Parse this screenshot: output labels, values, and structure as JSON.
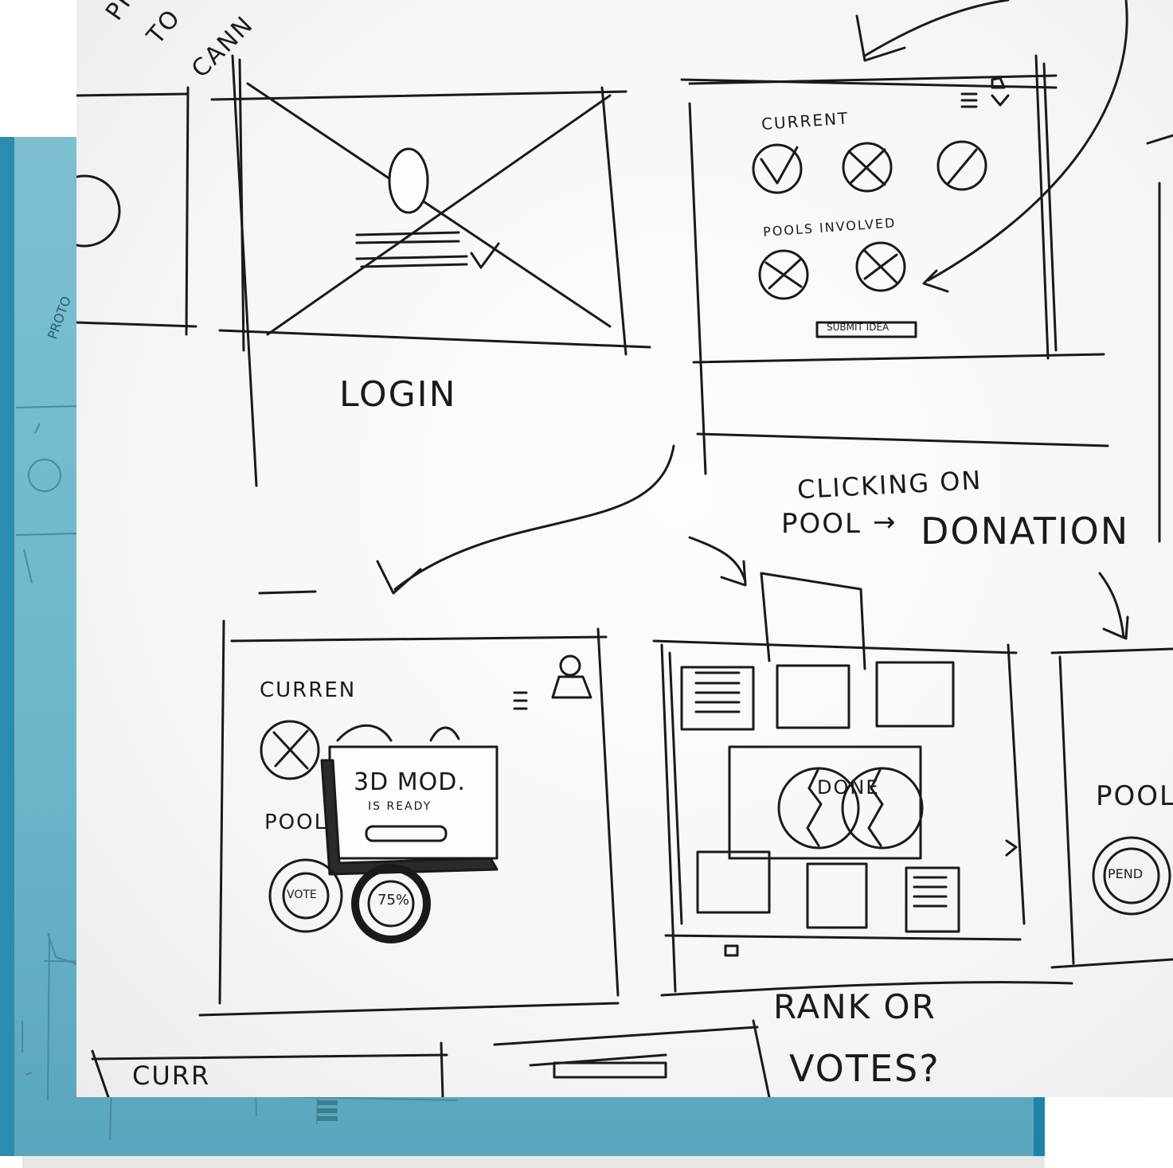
{
  "background_photo": {
    "color": "#6cb6ca",
    "texts": [
      "PROTO"
    ]
  },
  "whiteboard": {
    "top_note": [
      "PROO",
      "TO",
      "CANN"
    ],
    "login_frame": {
      "label": "LOGIN"
    },
    "home_frame": {
      "current_label": "CURRENT",
      "pools_label": "POOLS INVOLVED",
      "submit_label": "SUBMIT IDEA"
    },
    "clicking_note": {
      "line1": "CLICKING ON",
      "line2": "POOL",
      "arrow": "→",
      "line3": "DONATION"
    },
    "modal_frame": {
      "current_label": "CURREN",
      "pools_label": "POOL",
      "modal_title": "3D MOD.",
      "modal_subtitle": "IS READY",
      "vote_label": "VOTE",
      "percent_label": "75%"
    },
    "dashboard_frame": {
      "center_label": "DONE"
    },
    "pending_frame": {
      "pools_label": "POOL",
      "pending_label": "PEND"
    },
    "rank_note": {
      "line1": "RANK OR",
      "line2": "VOTES?"
    },
    "bottom_frame": {
      "current_label": "CURR"
    }
  }
}
